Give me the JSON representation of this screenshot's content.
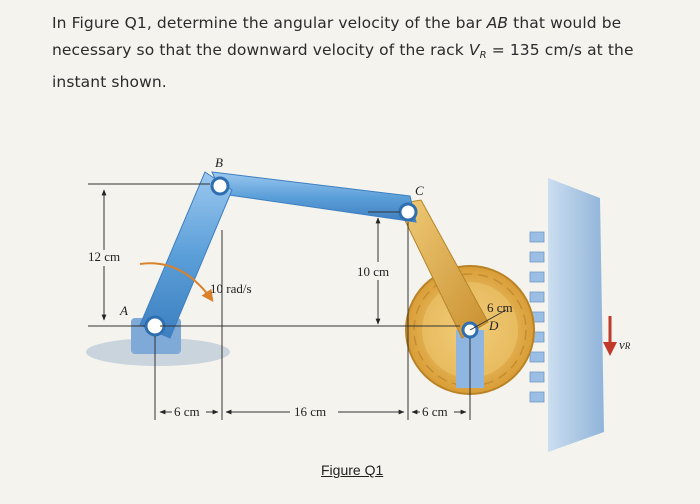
{
  "problem": {
    "part1": "In Figure Q1, determine the angular velocity of the bar ",
    "bar": "AB",
    "part2": " that would be necessary so that the downward velocity of the rack ",
    "v": "V",
    "v_sub": "R",
    "part3": " = 135 cm/s at the instant shown."
  },
  "figure": {
    "labels": {
      "A": "A",
      "B": "B",
      "C": "C",
      "D": "D",
      "h12": "12 cm",
      "h10": "10 cm",
      "omega": "10 rad/s",
      "r6": "6 cm",
      "w6_left": "6 cm",
      "w16": "16 cm",
      "w6_right": "6 cm",
      "vR": "v",
      "vR_sub": "R"
    },
    "caption": "Figure Q1",
    "colors": {
      "bar_blue": "#5b9fd9",
      "link_gold": "#d9a441",
      "gear_gold": "#e3b24a",
      "rack_blue": "#8fb6e0",
      "omega_arrow": "#d9822b",
      "velocity_arrow": "#c0392b"
    }
  }
}
